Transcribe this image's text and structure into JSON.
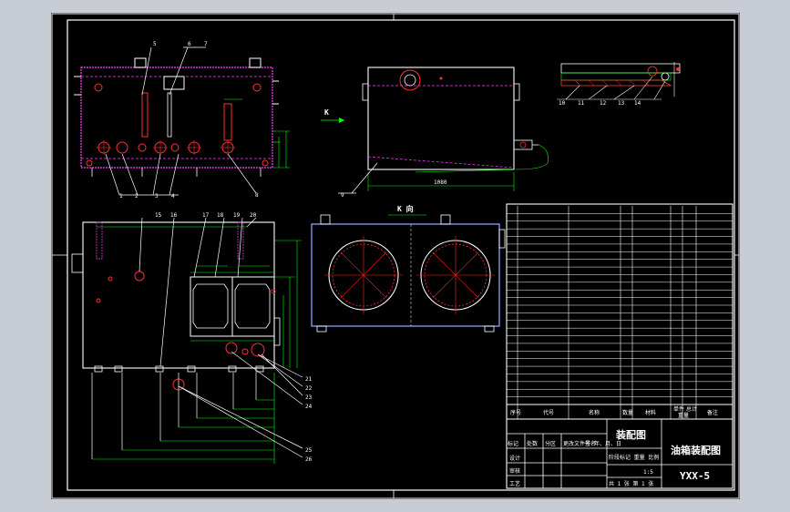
{
  "colors": {
    "frame": "#ffffff",
    "tank": "#ff40ff",
    "outline": "#ffffff",
    "dimension": "#00ff00",
    "red_parts": "#ff3030",
    "center_line": "#ff2020",
    "front_tank": "#4060ff",
    "hatch": "#ff4040",
    "background": "#000000"
  },
  "view_labels": {
    "k_arrow": "K",
    "k_view": "K 向"
  },
  "top_view_callouts": [
    "1",
    "2",
    "3",
    "4",
    "5",
    "6",
    "7",
    "8"
  ],
  "side_view_callouts": [
    "9"
  ],
  "detail_callouts": [
    "10",
    "11",
    "12",
    "13",
    "14"
  ],
  "plan_view_callouts_top": [
    "15",
    "16",
    "17",
    "18",
    "19",
    "20"
  ],
  "plan_view_callouts_right": [
    "21",
    "22",
    "23",
    "24"
  ],
  "plan_view_callouts_bottom": [
    "25",
    "26"
  ],
  "title_block": {
    "header": {
      "seq": "序号",
      "code": "代号",
      "name": "名称",
      "qty": "数量",
      "material": "材料",
      "unit_mass": "单件",
      "total_mass": "总计",
      "mass": "重量",
      "remark": "备注"
    },
    "drawing_type": "装配图",
    "drawing_title": "油箱装配图",
    "drawing_no": "YXX-5",
    "scale_label": "1:5",
    "sheet_label": "共 1 张   第 1 张",
    "revision_row": [
      "标记",
      "处数",
      "分区",
      "更改文件号",
      "签名",
      "年、月、日"
    ],
    "sign_rows": [
      "设计",
      "审核",
      "工艺"
    ],
    "stage_labels": "阶段标记   重量   比例"
  },
  "parts_list_rows": 26
}
